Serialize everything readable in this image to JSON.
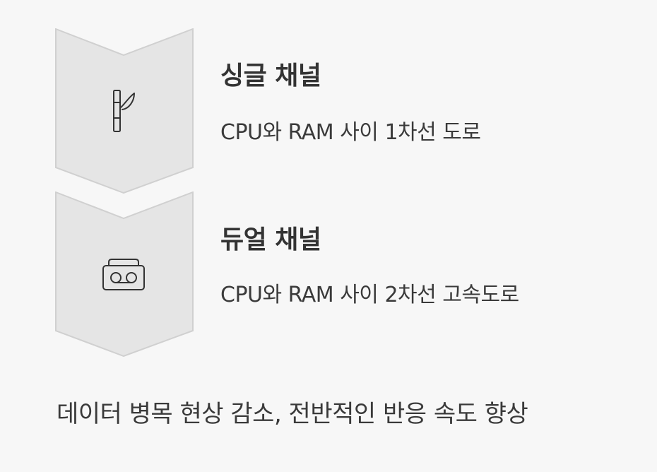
{
  "steps": [
    {
      "icon": "bamboo-icon",
      "title": "싱글 채널",
      "description": "CPU와 RAM 사이 1차선 도로"
    },
    {
      "icon": "boombox-icon",
      "title": "듀얼 채널",
      "description": "CPU와 RAM 사이 2차선 고속도로"
    }
  ],
  "conclusion": "데이터 병목 현상 감소, 전반적인 반응 속도 향상",
  "colors": {
    "background": "#f7f7f7",
    "chevron_fill": "#e5e5e5",
    "chevron_stroke": "#d0d0d0",
    "text": "#333333",
    "icon": "#333333"
  }
}
